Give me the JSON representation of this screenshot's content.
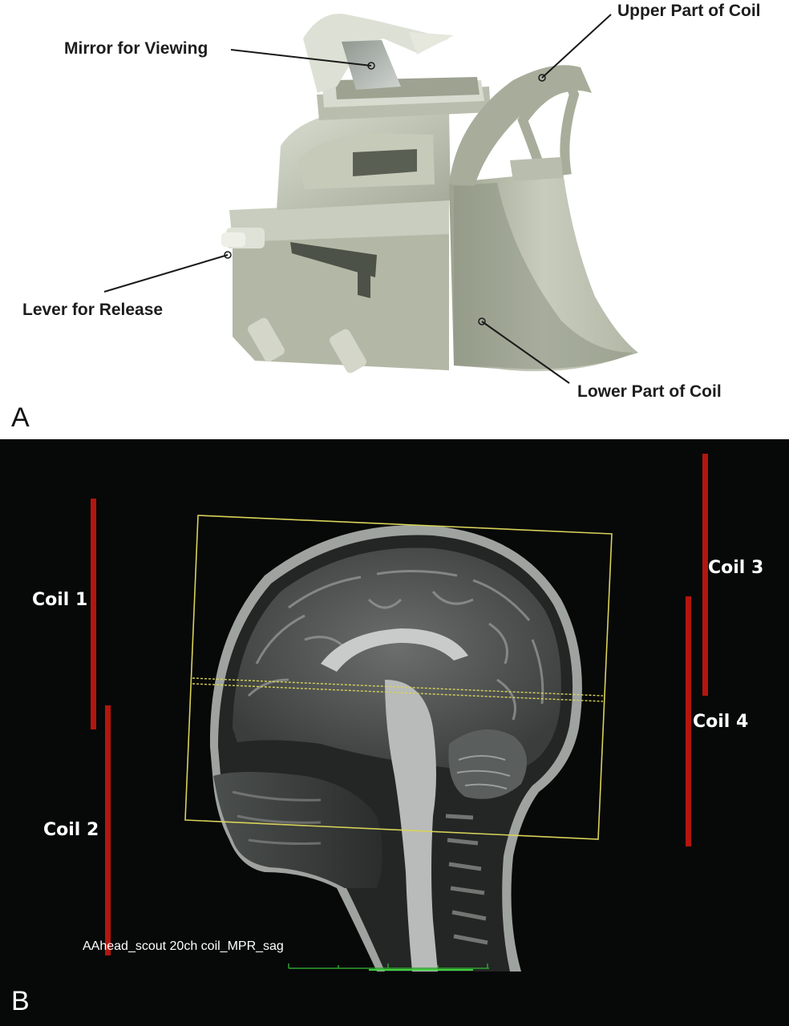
{
  "panel_a": {
    "letter": "A",
    "callouts": {
      "mirror": "Mirror for Viewing",
      "upper": "Upper Part of Coil",
      "lever": "Lever for Release",
      "lower": "Lower Part of Coil"
    }
  },
  "panel_b": {
    "letter": "B",
    "coils": {
      "coil1": "Coil 1",
      "coil2": "Coil 2",
      "coil3": "Coil 3",
      "coil4": "Coil 4"
    },
    "scan_caption": "AAhead_scout 20ch coil_MPR_sag"
  },
  "colors": {
    "coil_bar": "#b3160d",
    "fov_box": "#d8d25a",
    "panel_b_background": "#070808"
  },
  "icons": [
    "head-coil-illustration",
    "mri-sagittal-head-image"
  ]
}
